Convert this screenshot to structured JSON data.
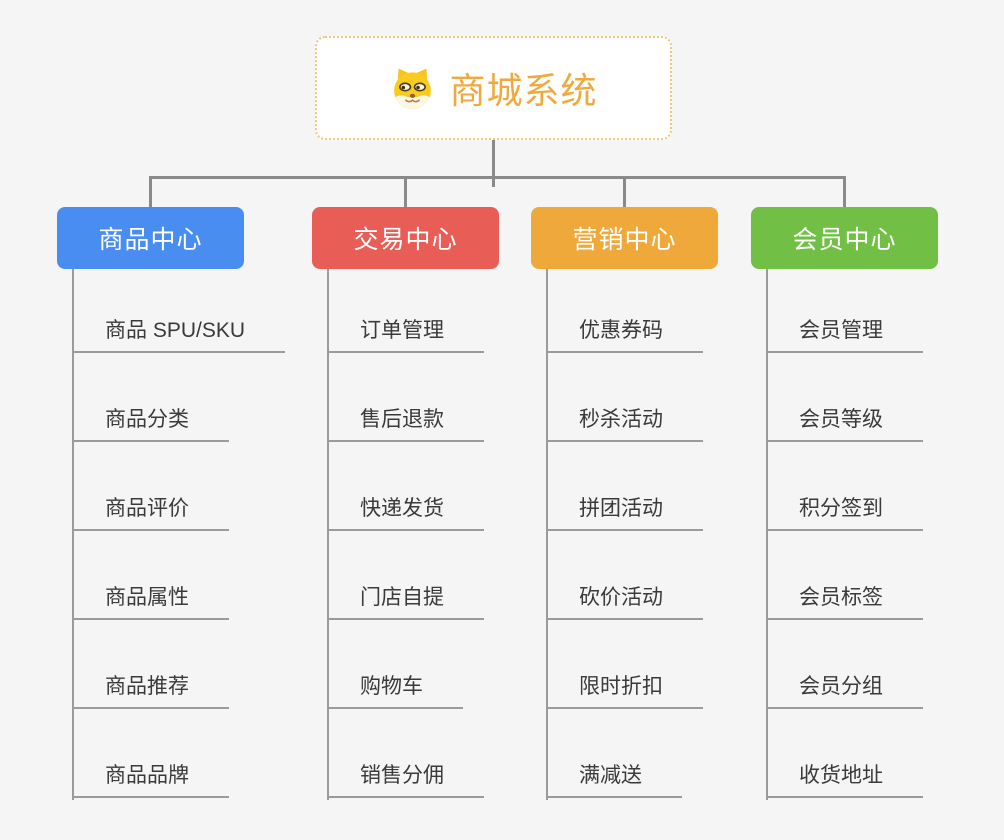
{
  "root": {
    "label": "商城系统",
    "icon": "dog-icon",
    "text_color": "#EFA93D",
    "border_color": "#F3C57C"
  },
  "connector_color": "#8A8A8A",
  "leaf_line_color": "#9B9B9B",
  "branches": [
    {
      "id": "product-center",
      "label": "商品中心",
      "color": "#4A8DF0",
      "children": [
        "商品 SPU/SKU",
        "商品分类",
        "商品评价",
        "商品属性",
        "商品推荐",
        "商品品牌"
      ]
    },
    {
      "id": "trade-center",
      "label": "交易中心",
      "color": "#E95D57",
      "children": [
        "订单管理",
        "售后退款",
        "快递发货",
        "门店自提",
        "购物车",
        "销售分佣"
      ]
    },
    {
      "id": "marketing-center",
      "label": "营销中心",
      "color": "#EFA83A",
      "children": [
        "优惠券码",
        "秒杀活动",
        "拼团活动",
        "砍价活动",
        "限时折扣",
        "满减送"
      ]
    },
    {
      "id": "member-center",
      "label": "会员中心",
      "color": "#71BF44",
      "children": [
        "会员管理",
        "会员等级",
        "积分签到",
        "会员标签",
        "会员分组",
        "收货地址"
      ]
    }
  ]
}
